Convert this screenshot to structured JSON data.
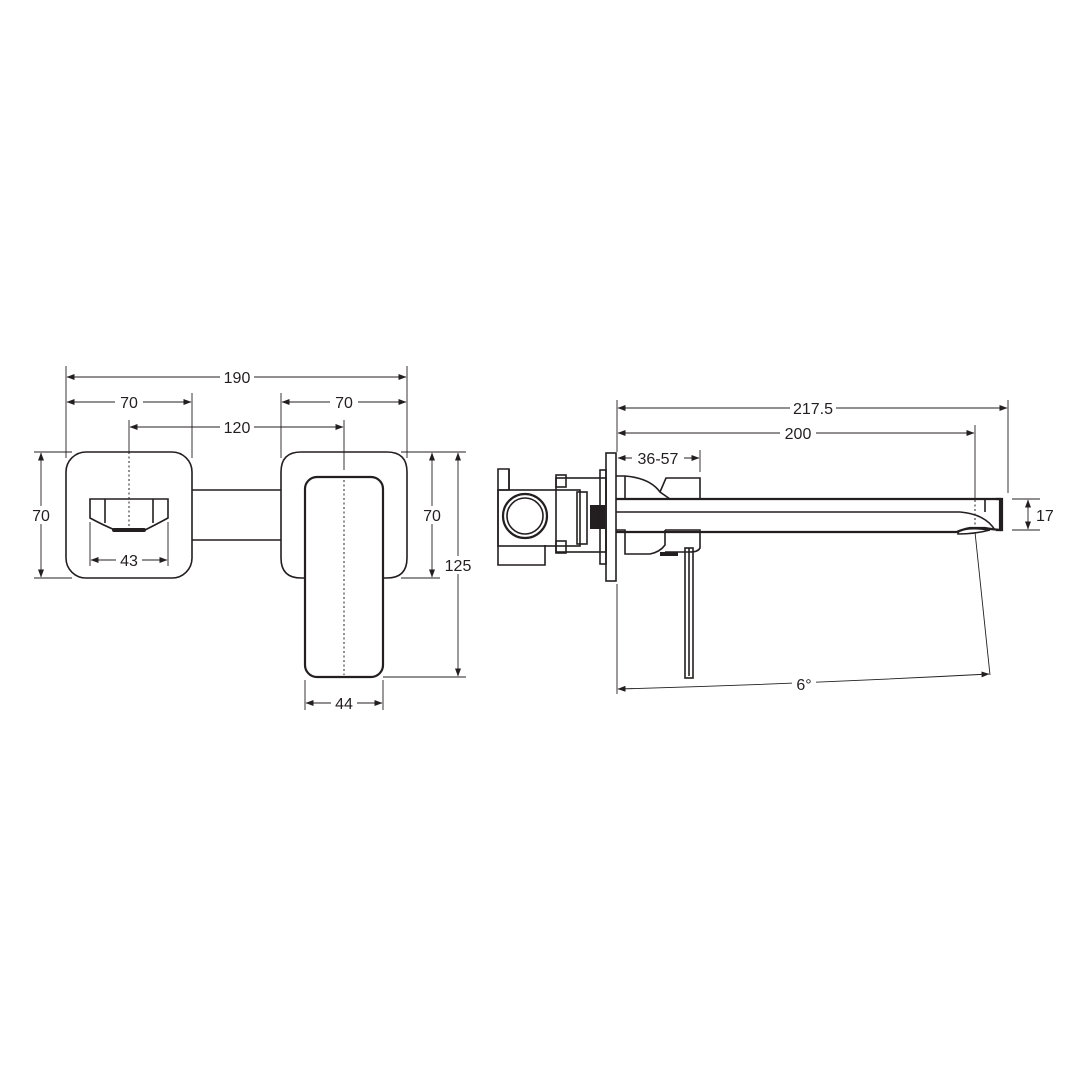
{
  "drawing": {
    "type": "technical-dimension-drawing",
    "subject": "wall-mounted basin mixer with spout and backplates",
    "units": "mm",
    "line_color": "#231f20",
    "background": "#ffffff"
  },
  "front_view": {
    "dims": {
      "overall_width": "190",
      "left_plate_width": "70",
      "right_plate_width": "70",
      "centres": "120",
      "left_plate_height": "70",
      "right_plate_height": "70",
      "overall_height": "125",
      "spout_outlet_width": "43",
      "handle_width": "44"
    }
  },
  "side_view": {
    "dims": {
      "overall_projection": "217.5",
      "spout_reach": "200",
      "wall_depth_range": "36-57",
      "spout_height": "17",
      "flow_angle": "6°"
    }
  }
}
